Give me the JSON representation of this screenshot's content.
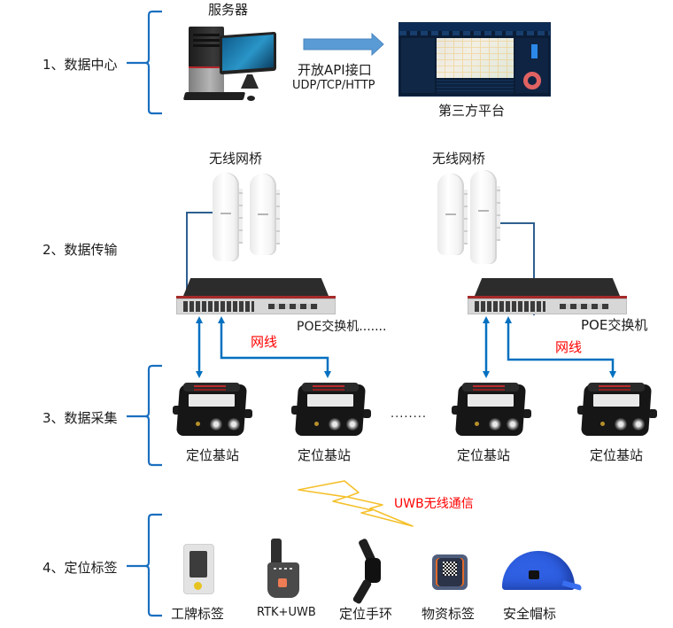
{
  "diagram": {
    "title_sections": [
      {
        "id": "data-center",
        "label": "1、数据中心"
      },
      {
        "id": "data-transmission",
        "label": "2、数据传输"
      },
      {
        "id": "data-collection",
        "label": "3、数据采集"
      },
      {
        "id": "positioning-tags",
        "label": "4、定位标签"
      }
    ],
    "data_center": {
      "server_label": "服务器",
      "api_label_line1": "开放API接口",
      "api_label_line2": "UDP/TCP/HTTP",
      "platform_label": "第三方平台"
    },
    "transmission": {
      "bridge_left_label": "无线网桥",
      "bridge_right_label": "无线网桥",
      "switch_left_label": "POE交换机.......",
      "switch_right_label": "POE交换机",
      "cable_left_label": "网线",
      "cable_right_label": "网线"
    },
    "collection": {
      "anchors": [
        {
          "label": "定位基站"
        },
        {
          "label": "定位基站"
        },
        {
          "label": "定位基站"
        },
        {
          "label": "定位基站"
        }
      ],
      "ellipsis": "........"
    },
    "wireless": {
      "label": "UWB无线通信"
    },
    "tags": [
      {
        "label": "工牌标签",
        "icon": "badge-tag-icon"
      },
      {
        "label": "RTK+UWB",
        "icon": "rtk-device-icon"
      },
      {
        "label": "定位手环",
        "icon": "wristband-icon"
      },
      {
        "label": "物资标签",
        "icon": "asset-tag-icon"
      },
      {
        "label": "安全帽标",
        "icon": "helmet-tag-icon"
      }
    ],
    "colors": {
      "brace": "#1a6fc0",
      "link_arrow": "#0070c0",
      "bridge_cable": "#2e5f8f",
      "api_arrow": "#5b9bd5",
      "red_text": "#ff0000",
      "lightning": "#f5c02a"
    }
  }
}
